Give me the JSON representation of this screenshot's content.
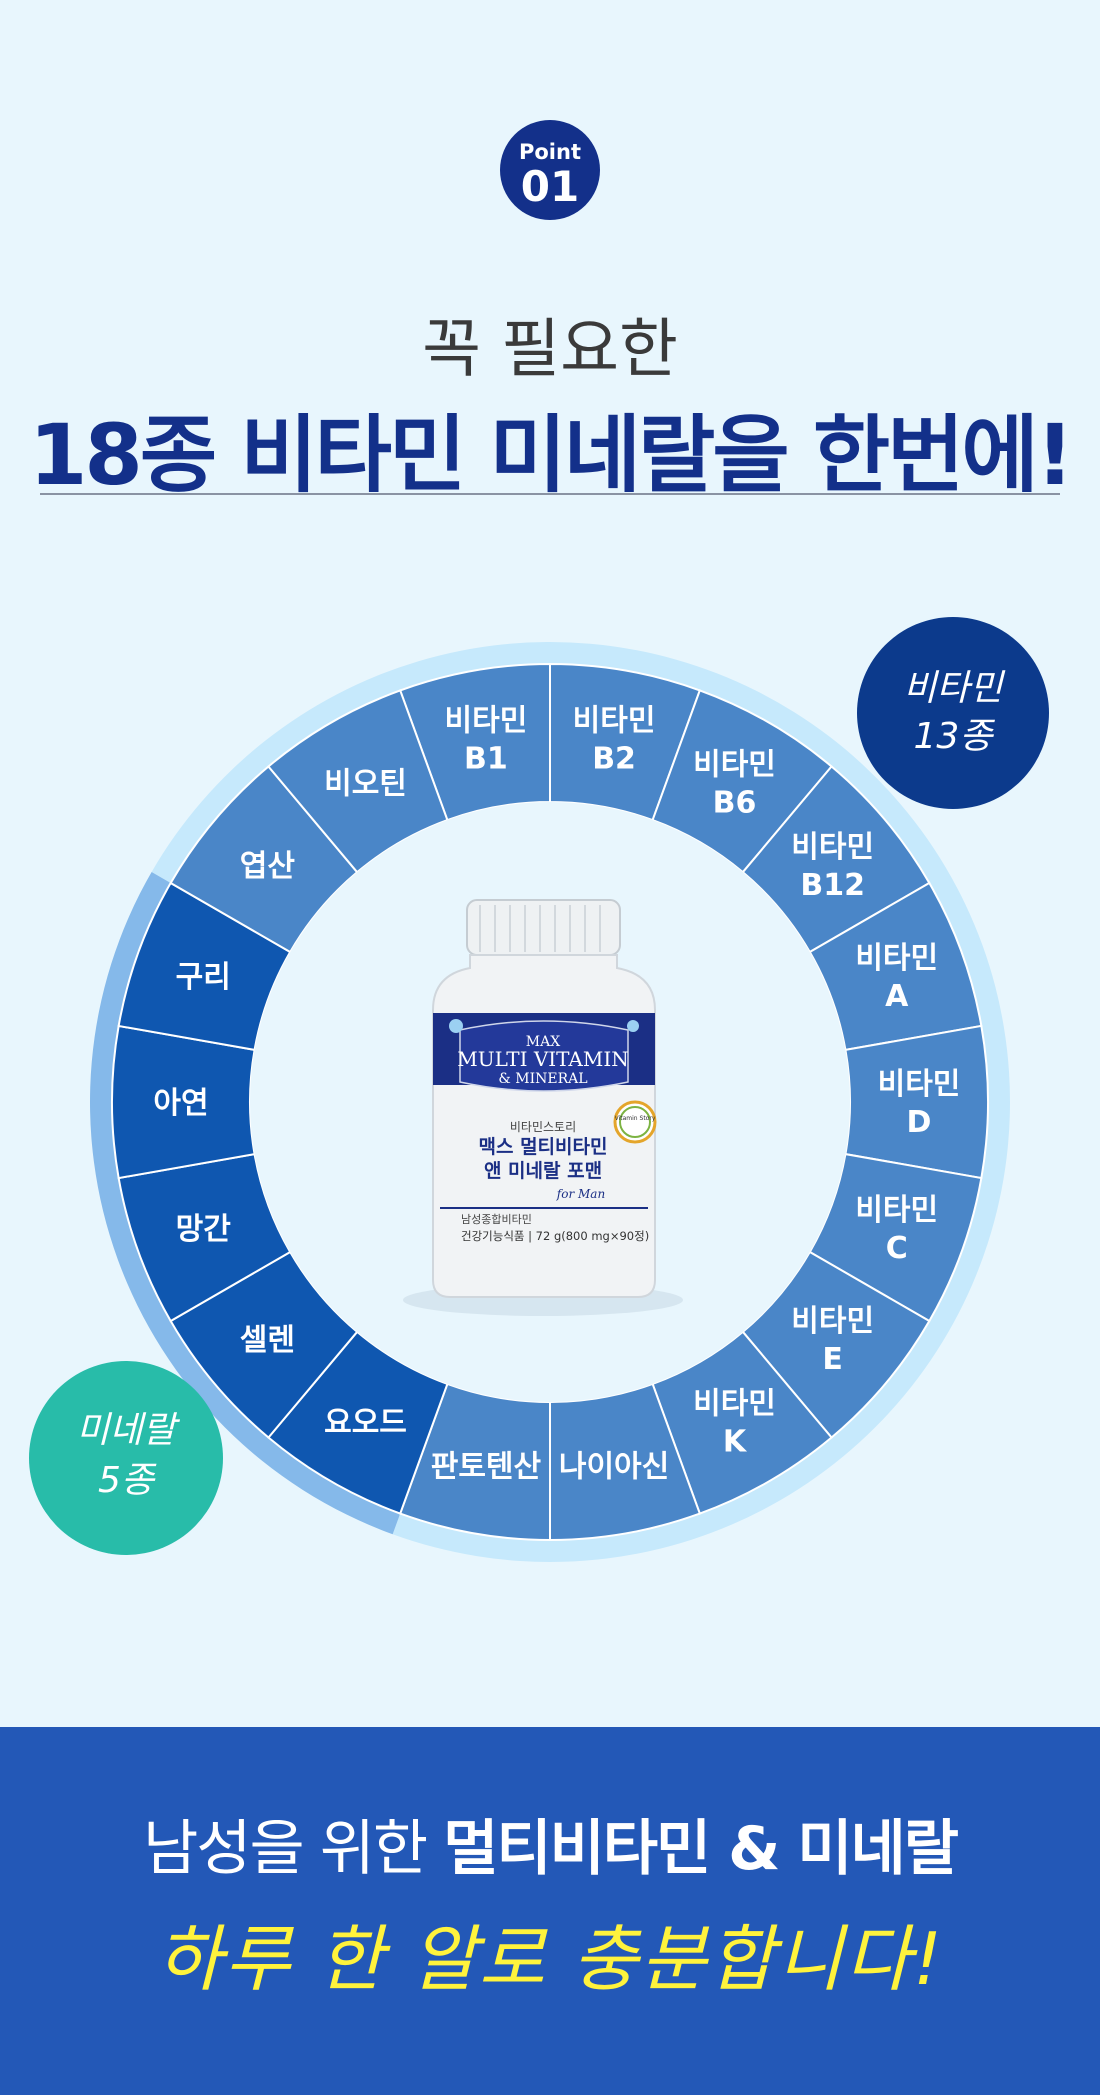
{
  "point": {
    "label": "Point",
    "number": "01"
  },
  "heading": {
    "subtitle": "꼭 필요한",
    "title": "18종 비타민 미네랄을 한번에!"
  },
  "badges": {
    "vitamin": {
      "line1": "비타민",
      "line2": "13종"
    },
    "mineral": {
      "line1": "미네랄",
      "line2": "5종"
    }
  },
  "nutrients": [
    {
      "lines": [
        "비타민",
        "B1"
      ]
    },
    {
      "lines": [
        "비타민",
        "B2"
      ]
    },
    {
      "lines": [
        "비타민",
        "B6"
      ]
    },
    {
      "lines": [
        "비타민",
        "B12"
      ]
    },
    {
      "lines": [
        "비타민",
        "A"
      ]
    },
    {
      "lines": [
        "비타민",
        "D"
      ]
    },
    {
      "lines": [
        "비타민",
        "C"
      ]
    },
    {
      "lines": [
        "비타민",
        "E"
      ]
    },
    {
      "lines": [
        "비타민",
        "K"
      ]
    },
    {
      "lines": [
        "나이아신"
      ]
    },
    {
      "lines": [
        "판토텐산"
      ]
    },
    {
      "lines": [
        "요오드"
      ]
    },
    {
      "lines": [
        "셀렌"
      ]
    },
    {
      "lines": [
        "망간"
      ]
    },
    {
      "lines": [
        "아연"
      ]
    },
    {
      "lines": [
        "구리"
      ]
    },
    {
      "lines": [
        "엽산"
      ]
    },
    {
      "lines": [
        "비오틴"
      ]
    }
  ],
  "product": {
    "brand_line1": "MAX",
    "brand_line2": "MULTI VITAMIN",
    "brand_line3": "& MINERAL",
    "maker": "비타민스토리",
    "name_line1": "맥스 멀티비타민",
    "name_line2": "앤 미네랄 포맨",
    "for": "for Man",
    "category": "남성종합비타민",
    "spec": "건강기능식품 | 72 g(800 mg×90정)",
    "seal_text": "Vitamin Story"
  },
  "bottom": {
    "line1_plain": "남성을 위한 ",
    "line1_bold": "멀티비타민 & 미네랄",
    "line2": "하루 한 알로 충분합니다!"
  },
  "colors": {
    "navy": "#13308a",
    "vitamin_segment": "#4a86c8",
    "mineral_segment": "#0f57b0",
    "vitamin_ring": "#c6e9fc",
    "mineral_ring": "#85b9ea",
    "band": "#2358b7",
    "band_highlight": "#fff33c",
    "mineral_badge": "#28bca9"
  }
}
